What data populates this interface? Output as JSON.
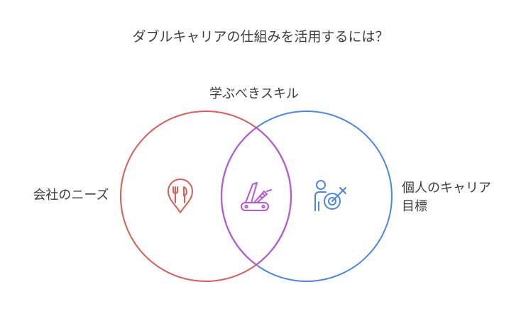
{
  "diagram": {
    "title": "ダブルキャリアの仕組みを活用するには？",
    "overlap_label": "学ぶべきスキル",
    "left_set": {
      "label": "会社のニーズ",
      "color": "#e05a55",
      "icon": "location-pin-utensils-icon"
    },
    "right_set": {
      "label_line1": "個人のキャリア",
      "label_line2": "目標",
      "color": "#4a86e8",
      "icon": "person-target-icon"
    },
    "intersection": {
      "color": "#b557d9",
      "icon": "multitool-knife-icon"
    }
  }
}
